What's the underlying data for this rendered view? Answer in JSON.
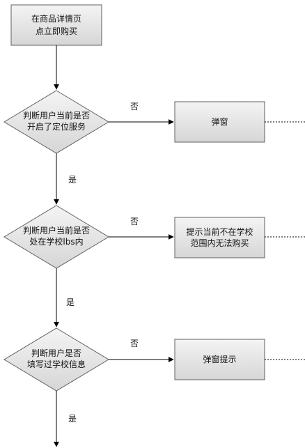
{
  "diagram": {
    "start": {
      "lines": [
        "在商品详情页",
        "点立即购买"
      ]
    },
    "steps": [
      {
        "decision": [
          "判断用户当前是否",
          "开启了定位服务"
        ],
        "no_label": "否",
        "action": [
          "弹窗"
        ],
        "yes_label": "是"
      },
      {
        "decision": [
          "判断用户当前是否",
          "处在学校lbs内"
        ],
        "no_label": "否",
        "action": [
          "提示当前不在学校",
          "范围内无法购买"
        ],
        "yes_label": "是"
      },
      {
        "decision": [
          "判断用户是否",
          "填写过学校信息"
        ],
        "no_label": "否",
        "action": [
          "弹窗提示"
        ],
        "yes_label": "是"
      }
    ]
  },
  "colors": {
    "node_fill_top": "#f4f4f4",
    "node_fill_bottom": "#d6d6d6",
    "stroke": "#5f5f5f",
    "line": "#000000"
  }
}
